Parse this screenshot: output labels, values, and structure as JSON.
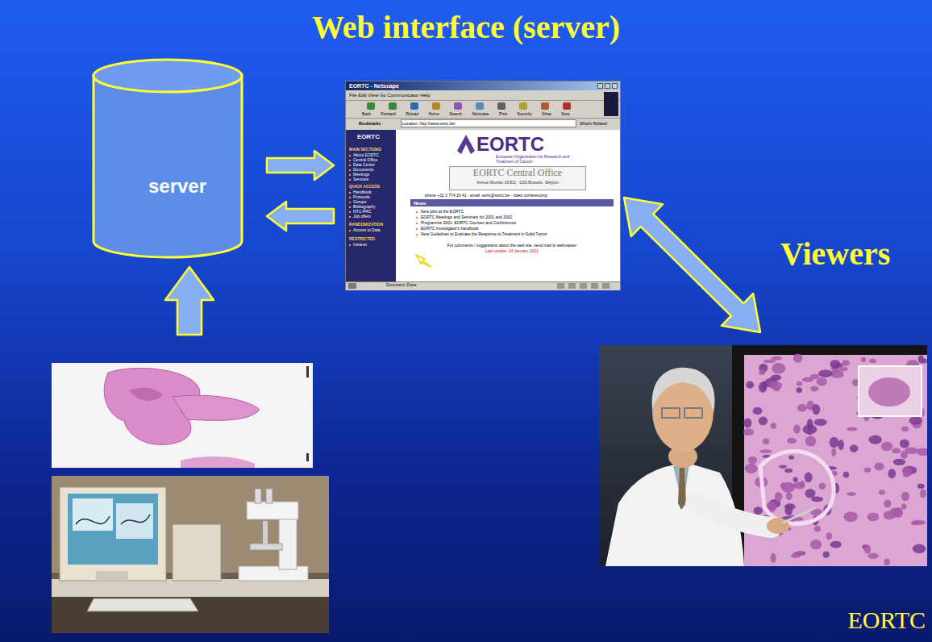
{
  "diagram": {
    "title": "Web interface (server)",
    "nodes": [
      {
        "text": [
          "server"
        ]
      },
      {
        "text": [
          "EORTC - Netscape",
          "File Edit View Go Communicator Help",
          "Back Forward Reload Home Search Netscape Print Security Shop Stop",
          "Bookmarks",
          "Location: http://www.eortc.be/",
          "What's Related",
          "EORTC",
          "MAIN SECTIONS",
          "About EORTC",
          "Central Office",
          "Data Center",
          "Documents",
          "Meetings",
          "Services",
          "QUICK ACCESS",
          "Handbook",
          "Protocols",
          "Groups",
          "Bibliography",
          "NTC-PRC",
          "Job offers",
          "RANDOMIZATION",
          "Access to Data",
          "RESTRICTED",
          "Intranet",
          "EORTC",
          "European Organization for Research and Treatment of Cancer",
          "EORTC Central Office",
          "Avenue Mounier, 83 B11 - 1200 Brussels - Belgium",
          "phone +32 2 774 16 41 - email: eortc@eortc.be - video conferencing",
          "News",
          "New jobs at the EORTC",
          "EORTC Meetings and Seminars for 2001 and 2002",
          "Programme 2001: EORTC Courses and Conferences",
          "EORTC Investigator's handbook",
          "New Guidelines to Evaluate the Response to Treatment in Solid Tumor",
          "For comments / suggestions about the web site, send mail to webmaster",
          "Last update: 24 January 2001",
          "Document: Done"
        ]
      },
      {
        "text": [
          "Viewers"
        ]
      }
    ],
    "edges": [
      {
        "from": 0,
        "to": 1,
        "arrow": "to"
      },
      {
        "from": 1,
        "to": 0,
        "arrow": "to"
      },
      {
        "from": 1,
        "to": 2,
        "arrow": "both"
      }
    ],
    "labels": [
      "EORTC"
    ]
  }
}
